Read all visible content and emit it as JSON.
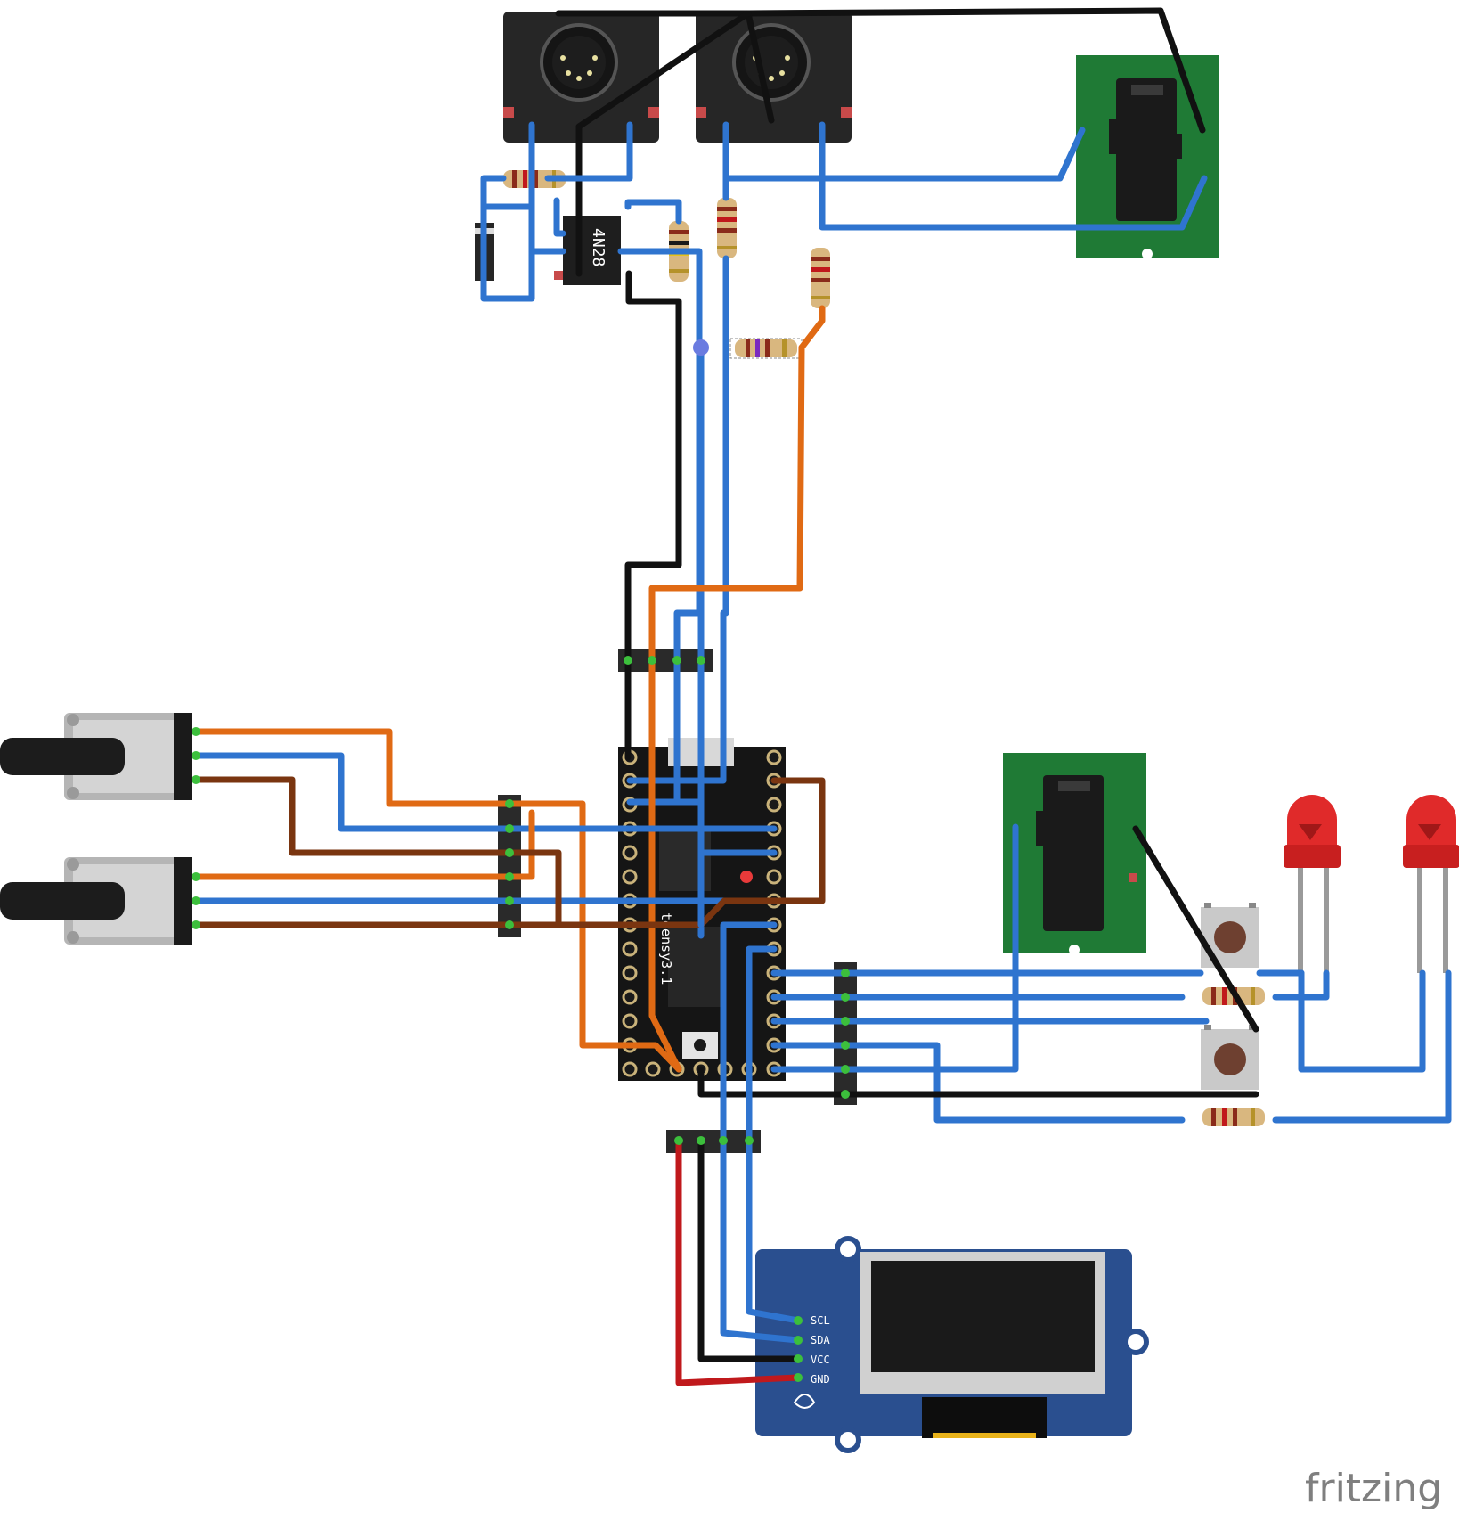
{
  "optocoupler": {
    "label": "4N28"
  },
  "microcontroller": {
    "label": "teensy3.1"
  },
  "oled": {
    "pins": [
      "SCL",
      "SDA",
      "VCC",
      "GND"
    ]
  },
  "brand": {
    "text": "fritzing"
  },
  "colors": {
    "wire_blue": "#2f74cf",
    "wire_black": "#111111",
    "wire_orange": "#e06a14",
    "wire_red": "#c0191c",
    "wire_brown": "#7a3510",
    "pcb_green": "#1f7a35",
    "oled_blue": "#2a4f8f"
  }
}
